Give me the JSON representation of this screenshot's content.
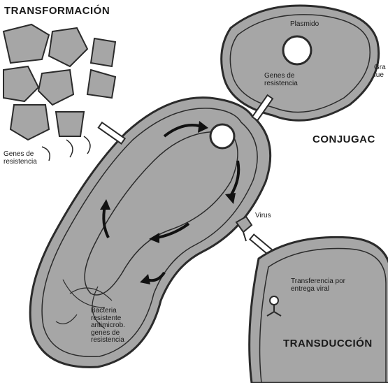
{
  "labels": {
    "transformation": "TRANSFORMACIÓN",
    "conjugation": "CONJUGAC",
    "transduction": "TRANSDUCCIÓN",
    "plasmid": "Plasmido",
    "resistance_genes_top": "Genes de\nresistencia",
    "resistance_genes_left": "Genes de\nresistencia",
    "virus": "Virus",
    "viral_transfer": "Transferencia por\nentrega viral",
    "bacterium_note": "Bacteria\nresistente\nantimicrob.\ngenes de\nresistencia",
    "edge_cut": "Gra\nfue"
  },
  "colors": {
    "cell_fill": "#a6a6a6",
    "cell_stroke": "#2b2b2b",
    "background": "#ffffff"
  }
}
